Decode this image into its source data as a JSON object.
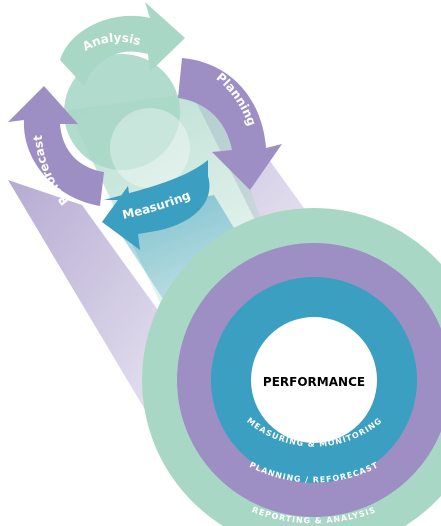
{
  "cycle": {
    "analysis": {
      "label": "Analysis",
      "color": "#a9d7c6"
    },
    "planning": {
      "label": "Planning",
      "color": "#9d8fc4"
    },
    "measuring": {
      "label": "Measuring",
      "color": "#3a9fc0"
    },
    "reforecast": {
      "label": "Reforecast",
      "color": "#9d8fc4"
    }
  },
  "target": {
    "center": {
      "label": "PERFORMANCE",
      "color": "#ffffff"
    },
    "inner_ring": {
      "label": "MEASURING & MONITORING",
      "color": "#3a9fc0"
    },
    "middle_ring": {
      "label": "PLANNING / REFORECAST",
      "color": "#9d8fc4"
    },
    "outer_ring": {
      "label": "REPORTING & ANALYSIS",
      "color": "#a9d7c6"
    }
  }
}
